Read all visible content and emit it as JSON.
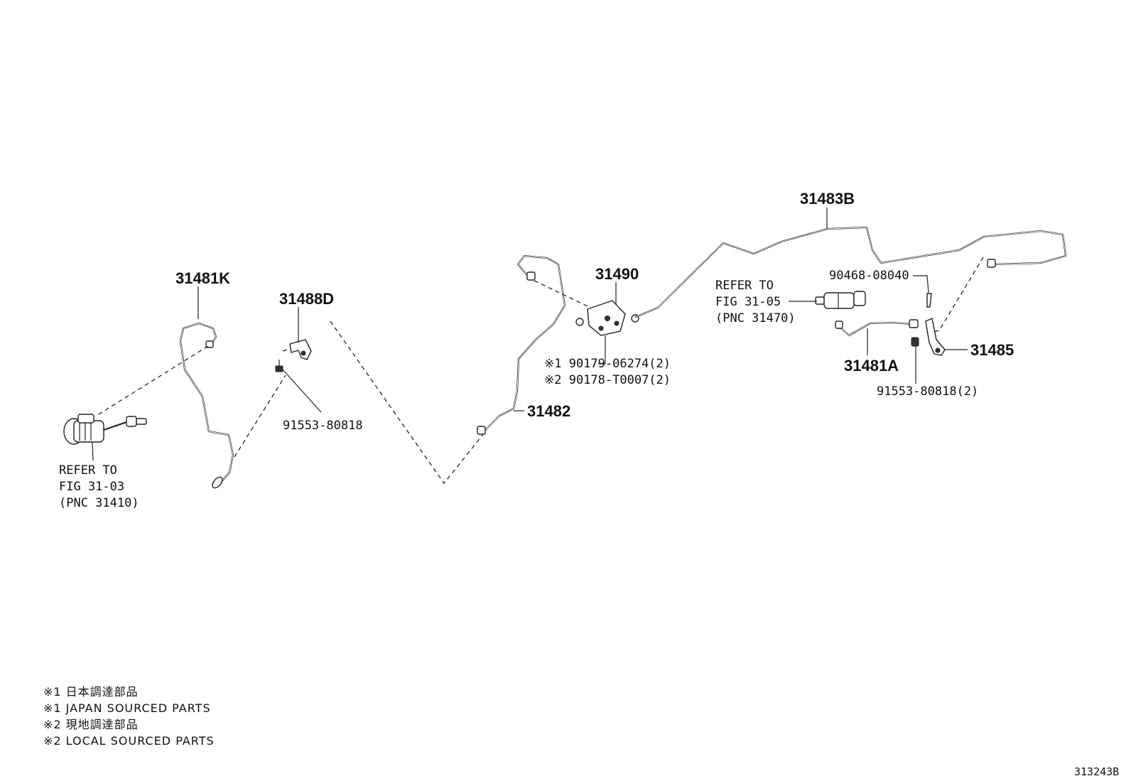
{
  "parts": {
    "p31481k": "31481K",
    "p31488d": "31488D",
    "p91553_80818": "91553-80818",
    "p31482": "31482",
    "p31490": "31490",
    "p90179": "※1  90179-06274(2)",
    "p90178": "※2  90178-T0007(2)",
    "p31483b": "31483B",
    "p90468": "90468-08040",
    "p31481a": "31481A",
    "p31485": "31485",
    "p91553_2": "91553-80818(2)"
  },
  "refs": {
    "left": [
      "REFER TO",
      "FIG 31-03",
      "(PNC 31410)"
    ],
    "right": [
      "REFER TO",
      "FIG 31-05",
      "(PNC 31470)"
    ]
  },
  "notes": [
    "※1 日本調達部品",
    "※1 JAPAN SOURCED PARTS",
    "※2 現地調達部品",
    "※2 LOCAL SOURCED PARTS"
  ],
  "figure_number": "313243B"
}
